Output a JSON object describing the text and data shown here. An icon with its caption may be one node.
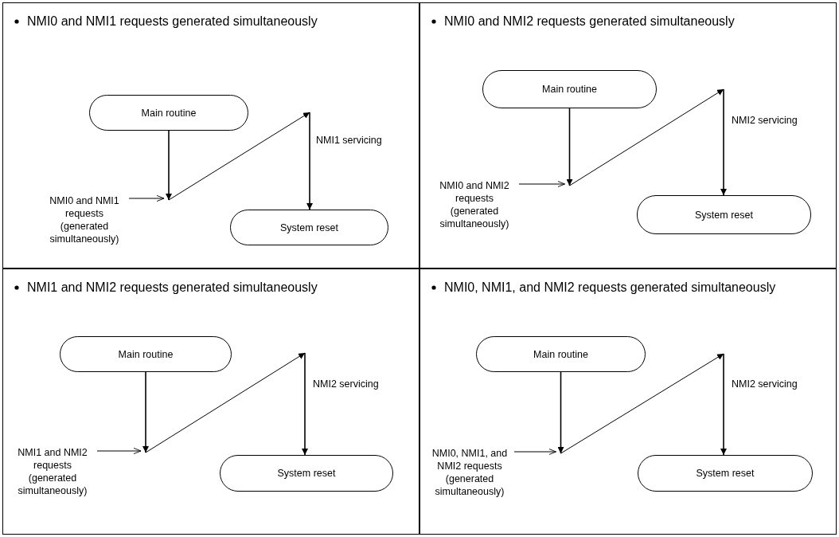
{
  "diagram": {
    "nodes": [
      {
        "text": [
          "NMI0 and NMI1 requests generated simultaneously"
        ]
      },
      {
        "text": [
          "Main routine"
        ],
        "in": 0
      },
      {
        "text": [
          "NMI0 and NMI1 requests (generated simultaneously)"
        ],
        "in": 0
      },
      {
        "text": [
          "System reset"
        ],
        "in": 0
      },
      {
        "text": [
          "NMI0 and NMI2 requests generated simultaneously"
        ]
      },
      {
        "text": [
          "Main routine"
        ],
        "in": 4
      },
      {
        "text": [
          "NMI0 and NMI2 requests (generated simultaneously)"
        ],
        "in": 4
      },
      {
        "text": [
          "System reset"
        ],
        "in": 4
      },
      {
        "text": [
          "NMI1 and NMI2 requests generated simultaneously"
        ]
      },
      {
        "text": [
          "Main routine"
        ],
        "in": 8
      },
      {
        "text": [
          "NMI1 and NMI2 requests (generated simultaneously)"
        ],
        "in": 8
      },
      {
        "text": [
          "System reset"
        ],
        "in": 8
      },
      {
        "text": [
          "NMI0, NMI1, and NMI2 requests generated simultaneously"
        ]
      },
      {
        "text": [
          "Main routine"
        ],
        "in": 12
      },
      {
        "text": [
          "NMI0, NMI1, and NMI2 requests (generated simultaneously)"
        ],
        "in": 12
      },
      {
        "text": [
          "System reset"
        ],
        "in": 12
      }
    ],
    "edges": [
      {
        "from": 1,
        "to": null,
        "arrow": "to"
      },
      {
        "from": 2,
        "to": null,
        "arrow": "to"
      },
      {
        "from": null,
        "to": 3,
        "arrow": "to",
        "label": "NMI1 servicing"
      },
      {
        "from": 5,
        "to": null,
        "arrow": "to"
      },
      {
        "from": 6,
        "to": null,
        "arrow": "to"
      },
      {
        "from": null,
        "to": 7,
        "arrow": "to",
        "label": "NMI2 servicing"
      },
      {
        "from": 9,
        "to": null,
        "arrow": "to"
      },
      {
        "from": 10,
        "to": null,
        "arrow": "to"
      },
      {
        "from": null,
        "to": 11,
        "arrow": "to",
        "label": "NMI2 servicing"
      },
      {
        "from": 13,
        "to": null,
        "arrow": "to"
      },
      {
        "from": 14,
        "to": null,
        "arrow": "to"
      },
      {
        "from": null,
        "to": 15,
        "arrow": "to",
        "label": "NMI2 servicing"
      }
    ]
  }
}
